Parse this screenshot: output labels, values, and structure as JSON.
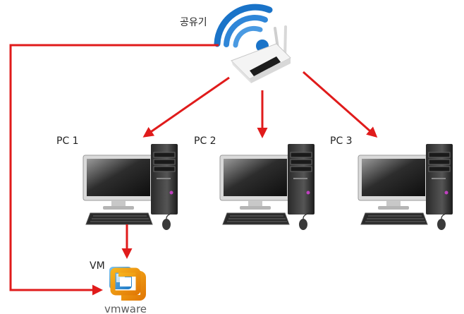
{
  "labels": {
    "router": "공유기",
    "pc1": "PC 1",
    "pc2": "PC 2",
    "pc3": "PC 3",
    "vm": "VM",
    "vmware_logo": "vmware"
  },
  "icons": [
    "wifi-router-icon",
    "desktop-pc-icon",
    "vmware-icon"
  ],
  "colors": {
    "arrow": "#e01b1b",
    "wifi": "#1a73c8"
  }
}
